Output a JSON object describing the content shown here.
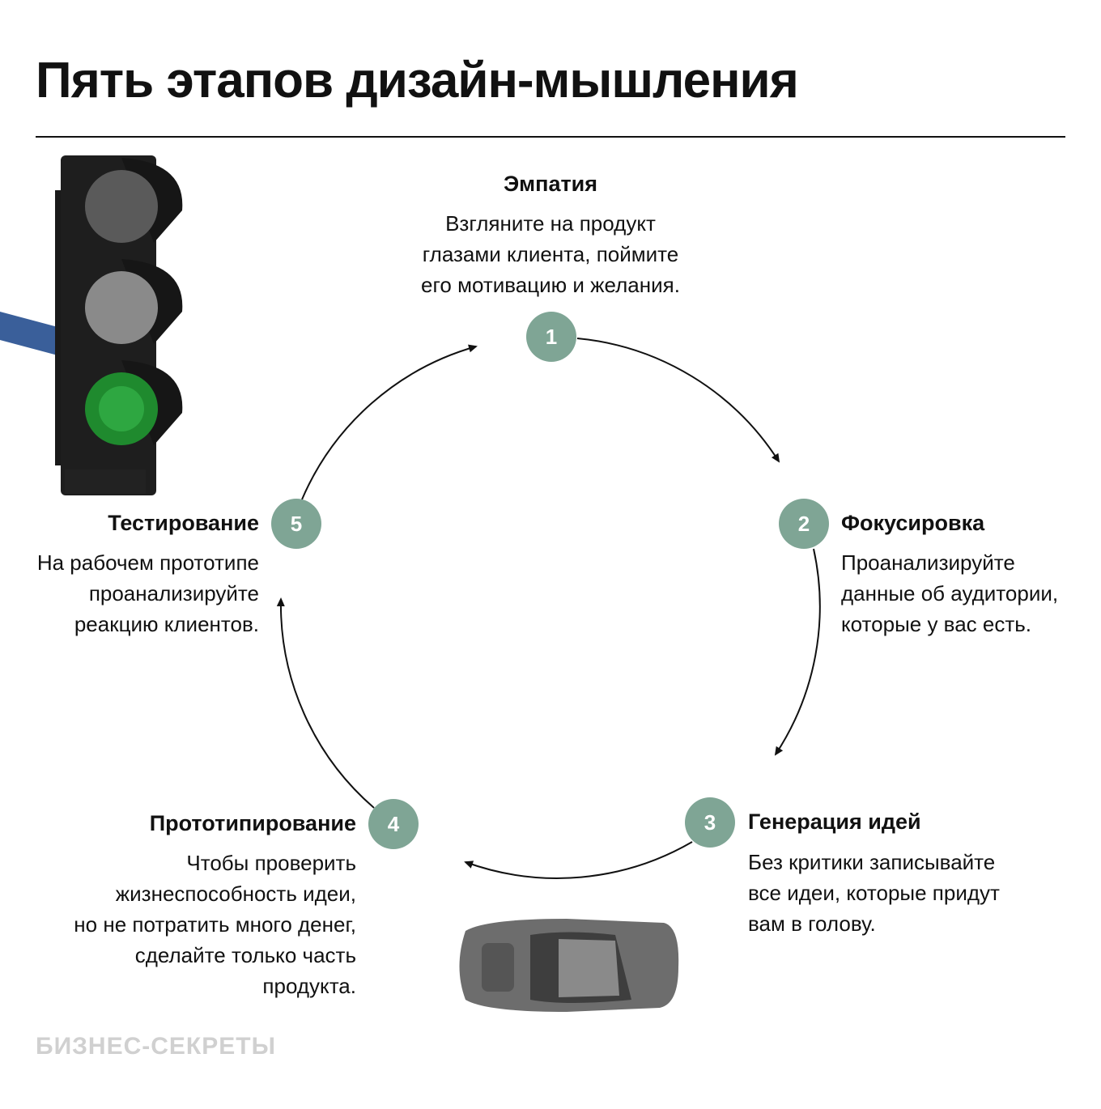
{
  "title": "Пять этапов дизайн-мышления",
  "accent_color": "#7fa595",
  "stages": [
    {
      "number": "1",
      "heading": "Эмпатия",
      "text": "Взгляните на продукт\nглазами клиента, поймите\nего мотивацию и желания."
    },
    {
      "number": "2",
      "heading": "Фокусировка",
      "text": "Проанализируйте\nданные об аудитории,\nкоторые у вас есть."
    },
    {
      "number": "3",
      "heading": "Генерация идей",
      "text": "Без критики записывайте\nвсе идеи, которые придут\nвам в голову."
    },
    {
      "number": "4",
      "heading": "Прототипирование",
      "text": "Чтобы проверить\nжизнеспособность идеи,\nно не потратить много денег,\nсделайте только часть\nпродукта."
    },
    {
      "number": "5",
      "heading": "Тестирование",
      "text": "На рабочем прототипе\nпроанализируйте\nреакцию клиентов."
    }
  ],
  "logo": "БИЗНЕС-СЕКРЕТЫ"
}
